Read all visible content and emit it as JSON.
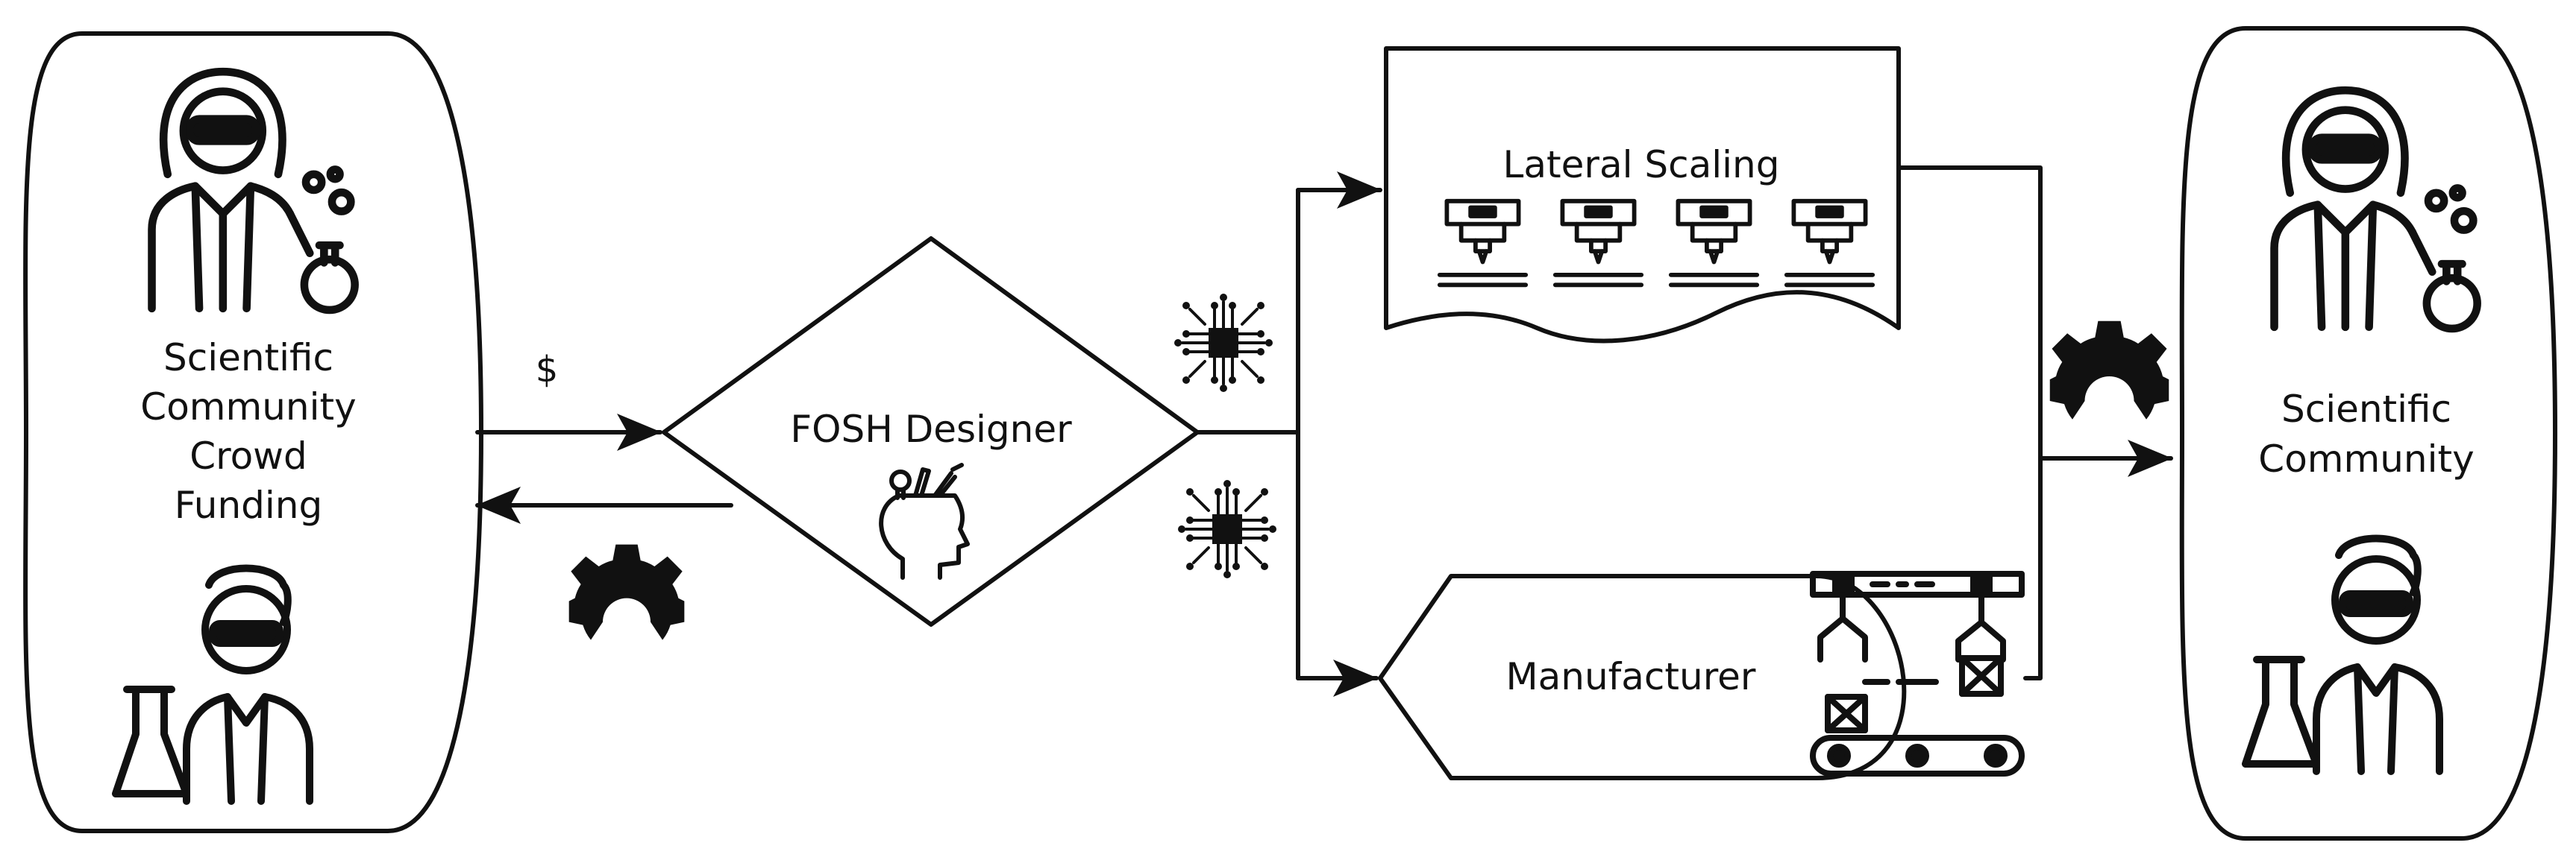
{
  "nodes": {
    "crowd_funding": {
      "lines": [
        "Scientific",
        "Community",
        "Crowd",
        "Funding"
      ]
    },
    "designer": {
      "label": "FOSH Designer"
    },
    "lateral_scaling": {
      "label": "Lateral Scaling"
    },
    "manufacturer": {
      "label": "Manufacturer"
    },
    "community": {
      "lines": [
        "Scientific",
        "Community"
      ]
    }
  },
  "edges": {
    "funding_to_designer": {
      "label": "$"
    }
  },
  "icons": [
    "scientist-woman-icon",
    "scientist-man-icon",
    "open-hardware-gear-icon",
    "microchip-icon",
    "head-ideas-icon",
    "3d-printer-icon",
    "robot-arm-conveyor-icon"
  ],
  "colors": {
    "stroke": "#111111",
    "background": "#ffffff"
  }
}
